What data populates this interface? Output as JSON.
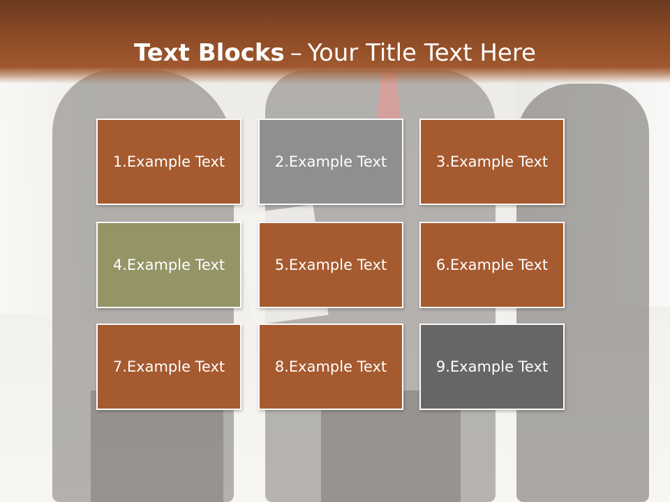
{
  "slide": {
    "title_bold": "Text Blocks",
    "title_sep": "–",
    "title_rest": "Your Title Text Here"
  },
  "colors": {
    "banner": "#8e4b26",
    "rust": "#a65a30",
    "gray": "#8f8f8f",
    "olive": "#949466",
    "dark_gray": "#666666"
  },
  "blocks": [
    {
      "label": "1.Example Text",
      "color": "#a65a30"
    },
    {
      "label": "2.Example Text",
      "color": "#8f8f8f"
    },
    {
      "label": "3.Example Text",
      "color": "#a65a30"
    },
    {
      "label": "4.Example Text",
      "color": "#949466"
    },
    {
      "label": "5.Example Text",
      "color": "#a65a30"
    },
    {
      "label": "6.Example Text",
      "color": "#a65a30"
    },
    {
      "label": "7.Example Text",
      "color": "#a65a30"
    },
    {
      "label": "8.Example Text",
      "color": "#a65a30"
    },
    {
      "label": "9.Example Text",
      "color": "#666666"
    }
  ]
}
